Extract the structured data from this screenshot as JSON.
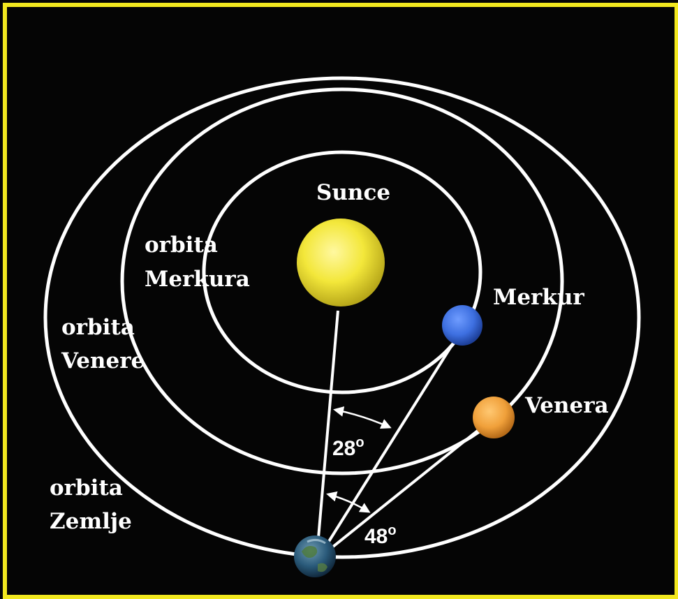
{
  "labels": {
    "sun": "Sunce",
    "mercury": "Merkur",
    "venus": "Venera",
    "mercury_orbit": [
      "orbita",
      "Merkura"
    ],
    "venus_orbit": [
      "orbita",
      "Venere"
    ],
    "earth_orbit": [
      "orbita",
      "Zemlje"
    ]
  },
  "angles": {
    "mercury": {
      "value": "28",
      "unit": "o"
    },
    "venus": {
      "value": "48",
      "unit": "o"
    }
  },
  "colors": {
    "background": "#050505",
    "frame": "#f2e81f",
    "orbit": "#ffffff",
    "sun": "#f3e73a",
    "mercury": "#3d6fe0",
    "venus": "#f0a03a",
    "earth": "#2a5a7a"
  }
}
